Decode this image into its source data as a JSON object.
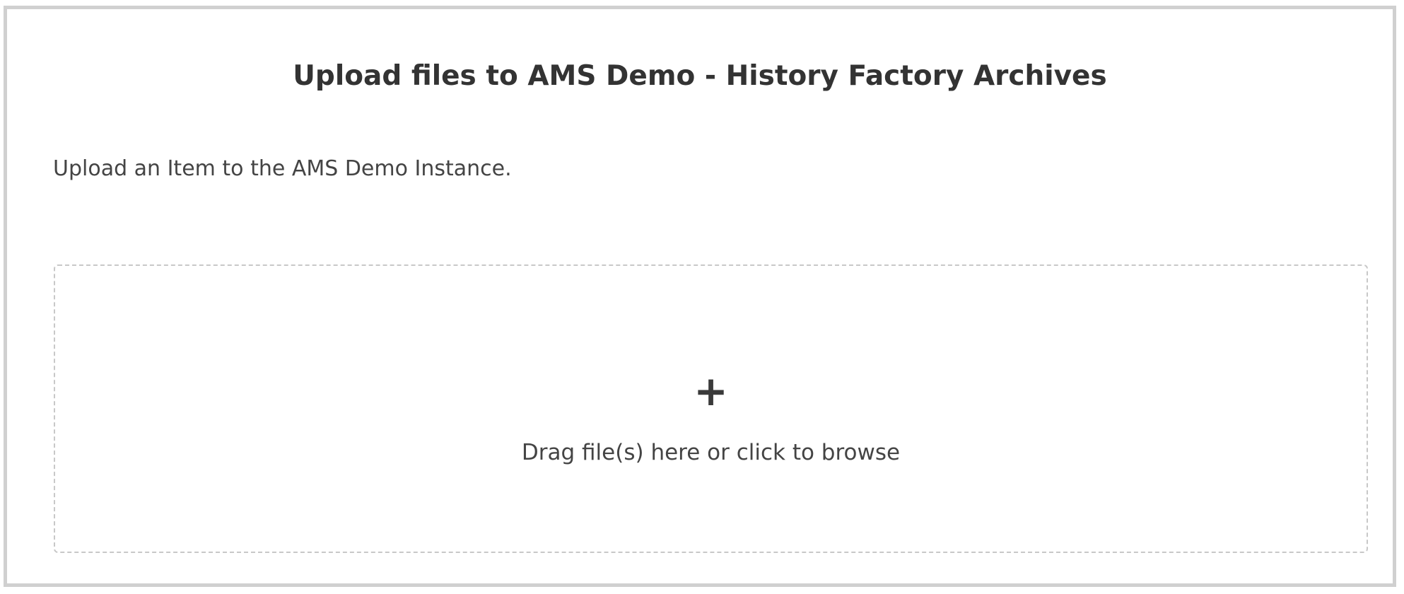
{
  "dialog": {
    "title": "Upload files to AMS Demo - History Factory Archives",
    "description": "Upload an Item to the AMS Demo Instance."
  },
  "dropzone": {
    "icon": "plus-icon",
    "icon_glyph": "+",
    "label": "Drag file(s) here or click to browse"
  },
  "colors": {
    "border": "#d0d0d0",
    "dropzone_border": "#c8c8c8",
    "text": "#333333"
  }
}
